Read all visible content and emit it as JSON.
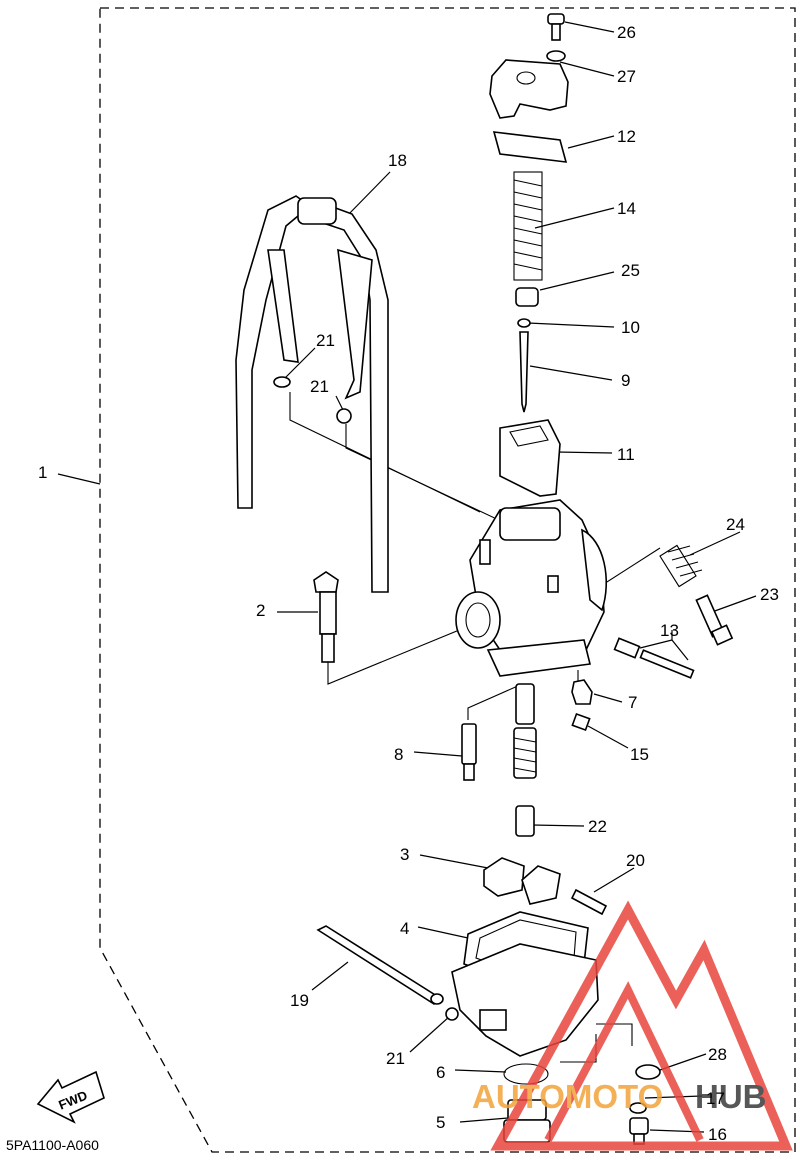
{
  "diagram_code": "5PA1100-A060",
  "direction_label": "FWD",
  "watermark": {
    "text_orange": "AUTOMOTO",
    "text_dark": "HUB",
    "color_red": "#e8453c",
    "color_orange": "#f2a33a",
    "color_dark": "#3a3a3a"
  },
  "callouts": [
    {
      "id": "c26",
      "label": "26"
    },
    {
      "id": "c27",
      "label": "27"
    },
    {
      "id": "c12",
      "label": "12"
    },
    {
      "id": "c18",
      "label": "18"
    },
    {
      "id": "c14",
      "label": "14"
    },
    {
      "id": "c25",
      "label": "25"
    },
    {
      "id": "c10",
      "label": "10"
    },
    {
      "id": "c21a",
      "label": "21"
    },
    {
      "id": "c21b",
      "label": "21"
    },
    {
      "id": "c9",
      "label": "9"
    },
    {
      "id": "c11",
      "label": "11"
    },
    {
      "id": "c1",
      "label": "1"
    },
    {
      "id": "c24",
      "label": "24"
    },
    {
      "id": "c23",
      "label": "23"
    },
    {
      "id": "c2",
      "label": "2"
    },
    {
      "id": "c13",
      "label": "13"
    },
    {
      "id": "c7",
      "label": "7"
    },
    {
      "id": "c15",
      "label": "15"
    },
    {
      "id": "c8",
      "label": "8"
    },
    {
      "id": "c22",
      "label": "22"
    },
    {
      "id": "c3",
      "label": "3"
    },
    {
      "id": "c20",
      "label": "20"
    },
    {
      "id": "c4",
      "label": "4"
    },
    {
      "id": "c19",
      "label": "19"
    },
    {
      "id": "c21c",
      "label": "21"
    },
    {
      "id": "c28",
      "label": "28"
    },
    {
      "id": "c6",
      "label": "6"
    },
    {
      "id": "c17",
      "label": "17"
    },
    {
      "id": "c5",
      "label": "5"
    },
    {
      "id": "c16",
      "label": "16"
    }
  ]
}
